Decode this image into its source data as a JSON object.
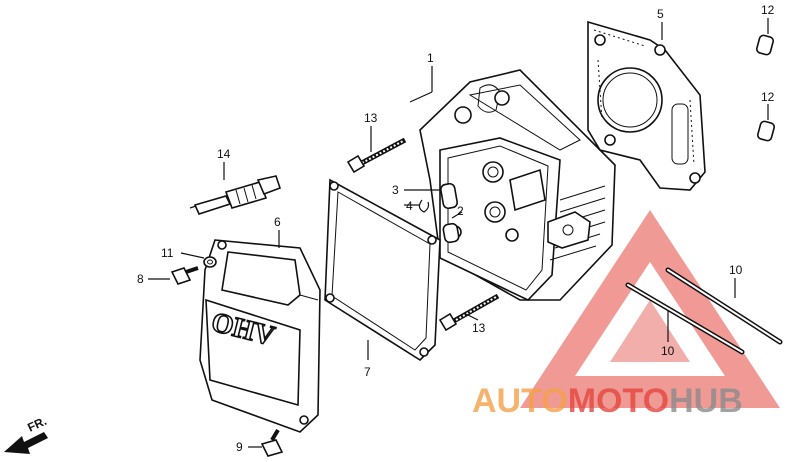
{
  "diagram": {
    "callouts": [
      {
        "id": "c1",
        "text": "1"
      },
      {
        "id": "c2",
        "text": "2"
      },
      {
        "id": "c3",
        "text": "3"
      },
      {
        "id": "c4",
        "text": "4"
      },
      {
        "id": "c5",
        "text": "5"
      },
      {
        "id": "c6",
        "text": "6"
      },
      {
        "id": "c7",
        "text": "7"
      },
      {
        "id": "c8",
        "text": "8"
      },
      {
        "id": "c9",
        "text": "9"
      },
      {
        "id": "c10a",
        "text": "10"
      },
      {
        "id": "c10b",
        "text": "10"
      },
      {
        "id": "c11",
        "text": "11"
      },
      {
        "id": "c12a",
        "text": "12"
      },
      {
        "id": "c12b",
        "text": "12"
      },
      {
        "id": "c13a",
        "text": "13"
      },
      {
        "id": "c13b",
        "text": "13"
      },
      {
        "id": "c14",
        "text": "14"
      }
    ],
    "cover_lettering": "OHV",
    "front_arrow": "FR.",
    "watermark": {
      "auto": "AUTO",
      "moto": "MOTO",
      "hub": "HUB",
      "color_orange": "#f5a14a",
      "color_red": "#e4473f",
      "color_gray": "#8c8c8c"
    }
  }
}
